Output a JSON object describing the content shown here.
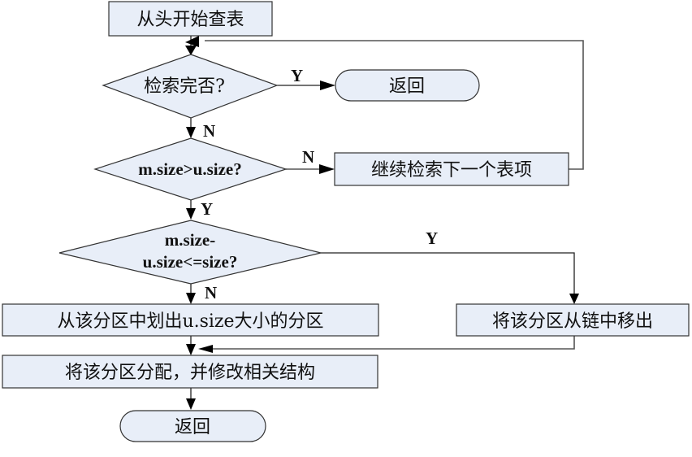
{
  "nodes": {
    "start": {
      "type": "process",
      "text": "从头开始查表"
    },
    "check_done": {
      "type": "decision",
      "text": "检索完否?"
    },
    "return_1": {
      "type": "terminal",
      "text": "返回"
    },
    "compare_size": {
      "type": "decision",
      "text": "m.size>u.size?"
    },
    "next_entry": {
      "type": "process",
      "text": "继续检索下一个表项"
    },
    "remainder_check": {
      "type": "decision",
      "line1": "m.size-",
      "line2": "u.size<=size?"
    },
    "remove_from_chain": {
      "type": "process",
      "text": "将该分区从链中移出"
    },
    "split_partition": {
      "type": "process",
      "text": "从该分区中划出u.size大小的分区"
    },
    "allocate": {
      "type": "process",
      "text": "将该分区分配，并修改相关结构"
    },
    "return_2": {
      "type": "terminal",
      "text": "返回"
    }
  },
  "edges": [
    {
      "from": "start",
      "to": "check_done",
      "label": ""
    },
    {
      "from": "check_done",
      "to": "return_1",
      "label": "Y"
    },
    {
      "from": "check_done",
      "to": "compare_size",
      "label": "N"
    },
    {
      "from": "compare_size",
      "to": "next_entry",
      "label": "N"
    },
    {
      "from": "next_entry",
      "to": "check_done",
      "label": ""
    },
    {
      "from": "compare_size",
      "to": "remainder_check",
      "label": "Y"
    },
    {
      "from": "remainder_check",
      "to": "remove_from_chain",
      "label": "Y"
    },
    {
      "from": "remainder_check",
      "to": "split_partition",
      "label": "N"
    },
    {
      "from": "split_partition",
      "to": "allocate",
      "label": ""
    },
    {
      "from": "remove_from_chain",
      "to": "allocate",
      "label": ""
    },
    {
      "from": "allocate",
      "to": "return_2",
      "label": ""
    }
  ],
  "labels": {
    "yes": "Y",
    "no": "N"
  },
  "colors": {
    "node_fill": "#e8eef8",
    "stroke": "#333333"
  }
}
